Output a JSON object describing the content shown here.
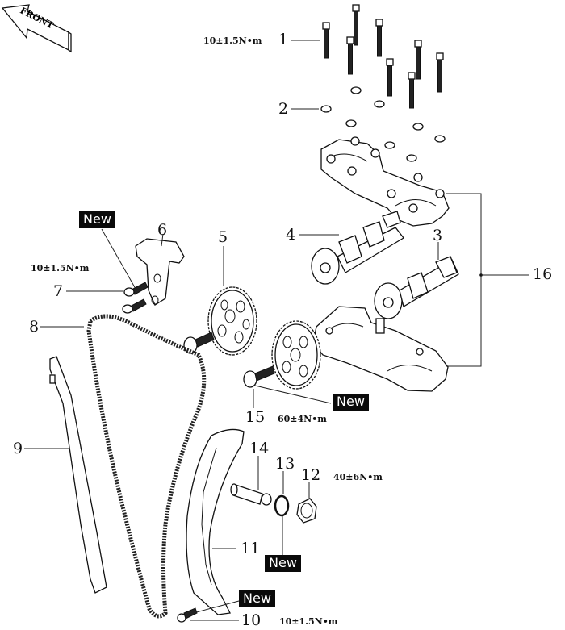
{
  "front_arrow": {
    "label": "FRONT"
  },
  "callouts": {
    "c1": "1",
    "c2": "2",
    "c3": "3",
    "c4": "4",
    "c5": "5",
    "c6": "6",
    "c7": "7",
    "c8": "8",
    "c9": "9",
    "c10": "10",
    "c11": "11",
    "c12": "12",
    "c13": "13",
    "c14": "14",
    "c15": "15",
    "c16": "16"
  },
  "torques": {
    "bolt_1": "10±1.5N•m",
    "bolt_7": "10±1.5N•m",
    "bolt_15": "60±4N•m",
    "plug_12": "40±6N•m",
    "bolt_10": "10±1.5N•m"
  },
  "badges": {
    "new_7": "New",
    "new_15": "New",
    "new_13": "New",
    "new_10": "New"
  }
}
